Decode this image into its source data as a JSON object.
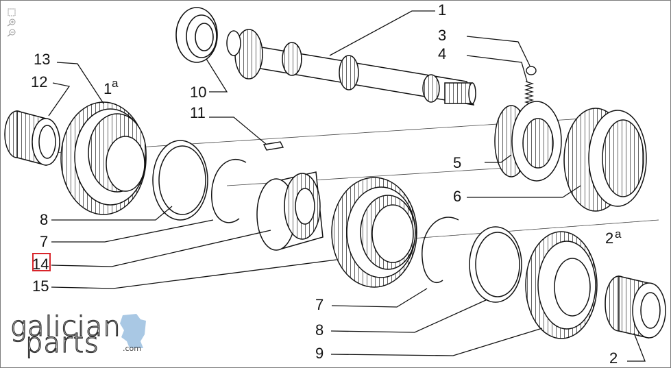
{
  "toolbar": {
    "icons": [
      "fit-page-icon",
      "zoom-in-icon",
      "zoom-out-icon"
    ]
  },
  "diagram": {
    "callouts": {
      "c1": "1",
      "c2": "2",
      "c3": "3",
      "c4": "4",
      "c5": "5",
      "c6": "6",
      "c7a": "7",
      "c7b": "7",
      "c8a": "8",
      "c8b": "8",
      "c9": "9",
      "c10": "10",
      "c11": "11",
      "c12": "12",
      "c13": "13",
      "c14": "14",
      "c15": "15"
    },
    "gear_labels": {
      "first": "1",
      "first_sup": "a",
      "second": "2",
      "second_sup": "a"
    },
    "highlighted_callout": "14",
    "colors": {
      "line": "#111111",
      "highlight": "#d9252b",
      "logo_blue": "#a9c8e4"
    }
  },
  "logo": {
    "line1": "galician",
    "line2": "parts",
    "suffix": ".com"
  }
}
